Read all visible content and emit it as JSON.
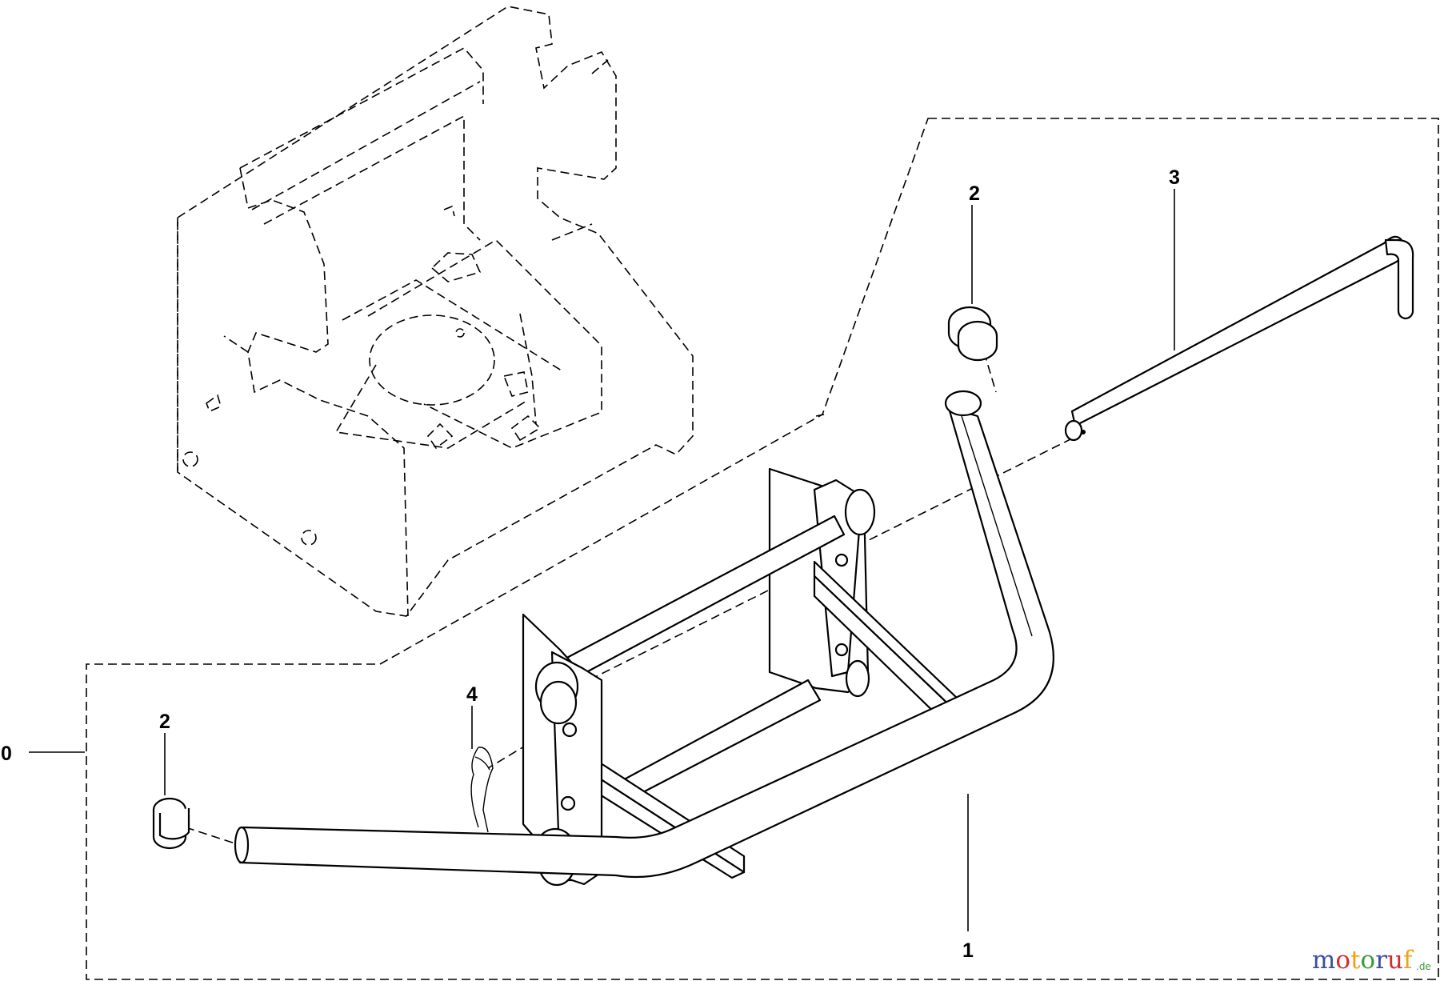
{
  "callouts": {
    "part1": "1",
    "part2_upper": "2",
    "part2_lower": "2",
    "part3": "3",
    "part4": "4",
    "assembly": "0"
  },
  "watermark": {
    "brand": "motoruf",
    "suffix": ".de",
    "colors": [
      "#3a4fa0",
      "#d62b2b",
      "#f0a21a",
      "#3c9a3c",
      "#3a4fa0",
      "#d62b2b",
      "#f0a21a"
    ]
  },
  "parts_icons": [
    "handle-bar",
    "bushing",
    "hitch-pin",
    "hairpin-clip",
    "mount-bracket",
    "engine-housing"
  ]
}
